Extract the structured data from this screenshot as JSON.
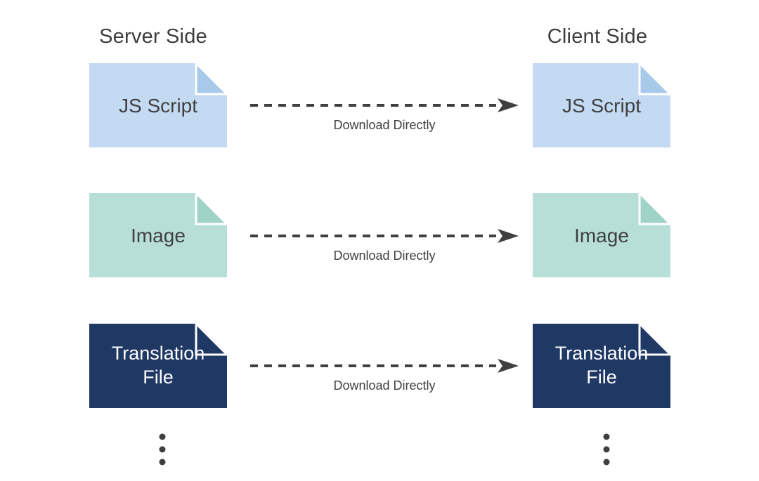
{
  "diagram": {
    "columns": [
      {
        "title": "Server Side"
      },
      {
        "title": "Client Side"
      }
    ],
    "rows": [
      {
        "file_label": "JS Script",
        "arrow_label": "Download Directly",
        "colors": {
          "body": "#C3DAF2",
          "fold": "#A8C9E9",
          "text": "#404040"
        }
      },
      {
        "file_label": "Image",
        "arrow_label": "Download Directly",
        "colors": {
          "body": "#B7DFD8",
          "fold": "#9FD3C8",
          "text": "#404040"
        }
      },
      {
        "file_label": "Translation File",
        "arrow_label": "Download Directly",
        "colors": {
          "body": "#1F3864",
          "fold": "#1F3864",
          "text": "#FFFFFF"
        }
      }
    ],
    "arrow": {
      "color": "#404040",
      "style": "dashed"
    },
    "ellipsis": {
      "icon": "vertical-ellipsis",
      "color": "#3F3F3F"
    },
    "title_color": "#3D3D3D",
    "background": "#FFFFFF"
  }
}
